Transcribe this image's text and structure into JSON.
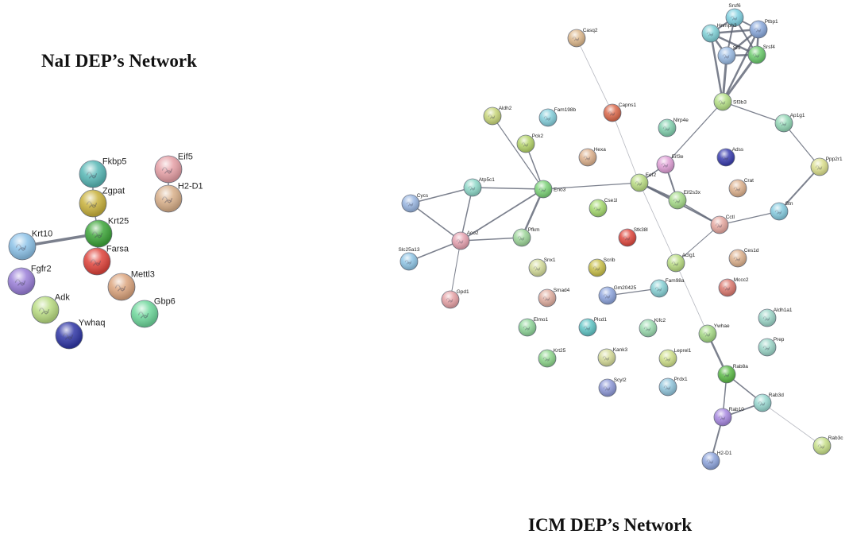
{
  "titles": {
    "nai": "NaI DEP’s Network",
    "icm": "ICM DEP’s Network"
  },
  "nai_network": {
    "nodes": [
      {
        "id": "Eif5",
        "color": "#e6a0a6"
      },
      {
        "id": "H2-D1",
        "color": "#d9b08a"
      },
      {
        "id": "Fkbp5",
        "color": "#58b8b6"
      },
      {
        "id": "Zgpat",
        "color": "#c9b23d"
      },
      {
        "id": "Krt25",
        "color": "#3ea63a"
      },
      {
        "id": "Farsa",
        "color": "#e0443c"
      },
      {
        "id": "Krt10",
        "color": "#8cc2e8"
      },
      {
        "id": "Fgfr2",
        "color": "#9a7fd8"
      },
      {
        "id": "Adk",
        "color": "#b9dc82"
      },
      {
        "id": "Ywhaq",
        "color": "#3037a6"
      },
      {
        "id": "Mettl3",
        "color": "#dca57e"
      },
      {
        "id": "Gbp6",
        "color": "#6fd89c"
      }
    ],
    "edges": [
      {
        "a": "Eif5",
        "b": "H2-D1",
        "w": 1.5
      },
      {
        "a": "Fkbp5",
        "b": "Zgpat",
        "w": 1.5
      },
      {
        "a": "Zgpat",
        "b": "Krt25",
        "w": 1.5
      },
      {
        "a": "Krt10",
        "b": "Krt25",
        "w": 3.5
      },
      {
        "a": "Krt25",
        "b": "Farsa",
        "w": 1.5
      }
    ]
  },
  "icm_network": {
    "nodes": [
      {
        "id": "Srsf6",
        "color": "#7fd0e0"
      },
      {
        "id": "Hnrnph2",
        "color": "#7fd0d6"
      },
      {
        "id": "Ptbp1",
        "color": "#8aa9dc"
      },
      {
        "id": "Sf1",
        "color": "#9bbce4"
      },
      {
        "id": "Srsf4",
        "color": "#6dcc6e"
      },
      {
        "id": "Sf3b3",
        "color": "#b5e086"
      },
      {
        "id": "Casq2",
        "color": "#ddb88c"
      },
      {
        "id": "Aldh2",
        "color": "#c8d67a"
      },
      {
        "id": "Fam198b",
        "color": "#86d0dc"
      },
      {
        "id": "Capns1",
        "color": "#dc6a4c"
      },
      {
        "id": "Nlrp4e",
        "color": "#82d0ae"
      },
      {
        "id": "Ap1g1",
        "color": "#94d8b6"
      },
      {
        "id": "Pck2",
        "color": "#b5d46a"
      },
      {
        "id": "Hexa",
        "color": "#deb28e"
      },
      {
        "id": "Eif3e",
        "color": "#e0a0d6"
      },
      {
        "id": "Adss",
        "color": "#3c3fb0"
      },
      {
        "id": "Ppp2r1",
        "color": "#dce08e"
      },
      {
        "id": "Atp5c1",
        "color": "#8ed8c8"
      },
      {
        "id": "Eno3",
        "color": "#7cd278"
      },
      {
        "id": "Eef2",
        "color": "#b9dc82"
      },
      {
        "id": "Eif2s3x",
        "color": "#a7dc8a"
      },
      {
        "id": "Crat",
        "color": "#deb28e"
      },
      {
        "id": "Cycs",
        "color": "#9ab7e2"
      },
      {
        "id": "Cse1l",
        "color": "#a6da70"
      },
      {
        "id": "Cctl",
        "color": "#e6a8a0"
      },
      {
        "id": "Stn",
        "color": "#86cce0"
      },
      {
        "id": "Aco2",
        "color": "#e6a2b0"
      },
      {
        "id": "Pfkm",
        "color": "#9ed69a"
      },
      {
        "id": "Stk38l",
        "color": "#e04a40"
      },
      {
        "id": "Slc25a13",
        "color": "#90c6e6"
      },
      {
        "id": "Snx1",
        "color": "#d4dc9a"
      },
      {
        "id": "Scrib",
        "color": "#c9c04a"
      },
      {
        "id": "Actg1",
        "color": "#b9dc82"
      },
      {
        "id": "Ces1d",
        "color": "#deb28e"
      },
      {
        "id": "Gpd1",
        "color": "#e6a2a6"
      },
      {
        "id": "Smad4",
        "color": "#e0aea0"
      },
      {
        "id": "Gm20425",
        "color": "#8fa6de"
      },
      {
        "id": "Fam98a",
        "color": "#88d2d6"
      },
      {
        "id": "Mccc2",
        "color": "#dc7a70"
      },
      {
        "id": "Aldh1a1",
        "color": "#9cd6c8"
      },
      {
        "id": "Elmo1",
        "color": "#90d69a"
      },
      {
        "id": "Plcd1",
        "color": "#62c6c6"
      },
      {
        "id": "Kifc2",
        "color": "#9cdcb0"
      },
      {
        "id": "Ywhae",
        "color": "#a6da86"
      },
      {
        "id": "Prep",
        "color": "#9cd6c8"
      },
      {
        "id": "Krt25",
        "color": "#8ed68c"
      },
      {
        "id": "Kank3",
        "color": "#d6dc9a"
      },
      {
        "id": "Leprel1",
        "color": "#cfe08a"
      },
      {
        "id": "Rab8a",
        "color": "#5dbb48"
      },
      {
        "id": "Scyl2",
        "color": "#8f9ad8"
      },
      {
        "id": "Prdx1",
        "color": "#92c6dc"
      },
      {
        "id": "Rab3d",
        "color": "#98d8d0"
      },
      {
        "id": "Rab10",
        "color": "#a889e0"
      },
      {
        "id": "Rab3c",
        "color": "#c8e08a"
      },
      {
        "id": "H2-D1",
        "color": "#8fa6de"
      }
    ],
    "edges": [
      {
        "a": "Srsf6",
        "b": "Hnrnph2",
        "w": 2
      },
      {
        "a": "Srsf6",
        "b": "Ptbp1",
        "w": 2
      },
      {
        "a": "Srsf6",
        "b": "Sf1",
        "w": 2
      },
      {
        "a": "Srsf6",
        "b": "Srsf4",
        "w": 2
      },
      {
        "a": "Hnrnph2",
        "b": "Ptbp1",
        "w": 2.5
      },
      {
        "a": "Hnrnph2",
        "b": "Sf1",
        "w": 2.5
      },
      {
        "a": "Hnrnph2",
        "b": "Srsf4",
        "w": 2.5
      },
      {
        "a": "Hnrnph2",
        "b": "Sf3b3",
        "w": 2.5
      },
      {
        "a": "Ptbp1",
        "b": "Sf1",
        "w": 2.5
      },
      {
        "a": "Ptbp1",
        "b": "Srsf4",
        "w": 2.5
      },
      {
        "a": "Ptbp1",
        "b": "Sf3b3",
        "w": 2.5
      },
      {
        "a": "Sf1",
        "b": "Srsf4",
        "w": 2.5
      },
      {
        "a": "Sf1",
        "b": "Sf3b3",
        "w": 3
      },
      {
        "a": "Srsf4",
        "b": "Sf3b3",
        "w": 3
      },
      {
        "a": "Sf3b3",
        "b": "Ap1g1",
        "w": 1.2
      },
      {
        "a": "Sf3b3",
        "b": "Eif3e",
        "w": 1.2
      },
      {
        "a": "Ap1g1",
        "b": "Ppp2r1",
        "w": 1.2
      },
      {
        "a": "Ppp2r1",
        "b": "Stn",
        "w": 2
      },
      {
        "a": "Casq2",
        "b": "Capns1",
        "w": 0.8
      },
      {
        "a": "Capns1",
        "b": "Eef2",
        "w": 0.8
      },
      {
        "a": "Aldh2",
        "b": "Eno3",
        "w": 1.2
      },
      {
        "a": "Pck2",
        "b": "Eno3",
        "w": 1.5
      },
      {
        "a": "Eno3",
        "b": "Atp5c1",
        "w": 1.5
      },
      {
        "a": "Eno3",
        "b": "Aco2",
        "w": 1.8
      },
      {
        "a": "Eno3",
        "b": "Pfkm",
        "w": 2.5
      },
      {
        "a": "Eno3",
        "b": "Eef2",
        "w": 1.2
      },
      {
        "a": "Atp5c1",
        "b": "Cycs",
        "w": 1.5
      },
      {
        "a": "Atp5c1",
        "b": "Aco2",
        "w": 1.5
      },
      {
        "a": "Cycs",
        "b": "Aco2",
        "w": 1.5
      },
      {
        "a": "Aco2",
        "b": "Pfkm",
        "w": 1.5
      },
      {
        "a": "Aco2",
        "b": "Slc25a13",
        "w": 1.5
      },
      {
        "a": "Aco2",
        "b": "Gpd1",
        "w": 1
      },
      {
        "a": "Eef2",
        "b": "Eif3e",
        "w": 1.5
      },
      {
        "a": "Eef2",
        "b": "Eif2s3x",
        "w": 2.5
      },
      {
        "a": "Eef2",
        "b": "Cctl",
        "w": 2
      },
      {
        "a": "Eef2",
        "b": "Actg1",
        "w": 0.8
      },
      {
        "a": "Eif3e",
        "b": "Eif2s3x",
        "w": 2
      },
      {
        "a": "Eif2s3x",
        "b": "Cctl",
        "w": 1.5
      },
      {
        "a": "Cctl",
        "b": "Stn",
        "w": 1.2
      },
      {
        "a": "Cctl",
        "b": "Actg1",
        "w": 1
      },
      {
        "a": "Actg1",
        "b": "Ywhae",
        "w": 0.8
      },
      {
        "a": "Gm20425",
        "b": "Fam98a",
        "w": 1.2
      },
      {
        "a": "Ywhae",
        "b": "Rab8a",
        "w": 2.5
      },
      {
        "a": "Rab8a",
        "b": "Rab3d",
        "w": 1.5
      },
      {
        "a": "Rab8a",
        "b": "Rab10",
        "w": 1.5
      },
      {
        "a": "Rab10",
        "b": "Rab3d",
        "w": 1.8
      },
      {
        "a": "Rab10",
        "b": "H2-D1",
        "w": 2
      },
      {
        "a": "Rab3d",
        "b": "Rab3c",
        "w": 0.8
      }
    ]
  }
}
